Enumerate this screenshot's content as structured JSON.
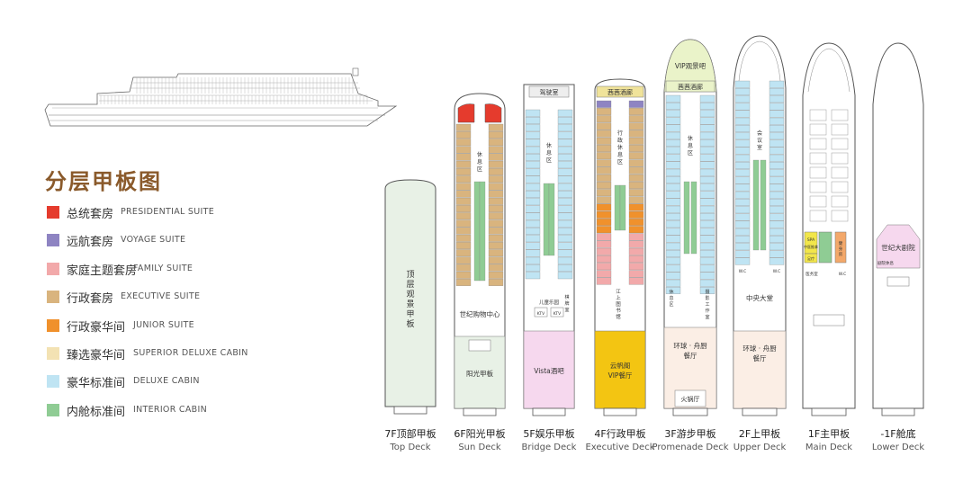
{
  "page": {
    "title": "分层甲板图"
  },
  "legend": [
    {
      "zh": "总统套房",
      "en": "PRESIDENTIAL SUITE",
      "color": "#e53b2d"
    },
    {
      "zh": "远航套房",
      "en": "VOYAGE SUITE",
      "color": "#8e84c2"
    },
    {
      "zh": "家庭主题套房",
      "en": "FAMILY SUITE",
      "color": "#f2a9aa"
    },
    {
      "zh": "行政套房",
      "en": "EXECUTIVE SUITE",
      "color": "#d9b47e"
    },
    {
      "zh": "行政豪华间",
      "en": "JUNIOR SUITE",
      "color": "#f0912c"
    },
    {
      "zh": "臻选豪华间",
      "en": "SUPERIOR DELUXE CABIN",
      "color": "#f3e2b3"
    },
    {
      "zh": "豪华标准间",
      "en": "DELUXE CABIN",
      "color": "#bfe4f3"
    },
    {
      "zh": "内舱标准间",
      "en": "INTERIOR CABIN",
      "color": "#8fcc94"
    }
  ],
  "decks": [
    {
      "zh": "7F顶部甲板",
      "en": "Top Deck",
      "areas": [
        "顶层观景甲板"
      ]
    },
    {
      "zh": "6F阳光甲板",
      "en": "Sun Deck",
      "areas": [
        "世纪购物中心",
        "阳光甲板",
        "休息区"
      ]
    },
    {
      "zh": "5F娱乐甲板",
      "en": "Bridge Deck",
      "areas": [
        "驾驶室",
        "Vista酒吧",
        "休息区",
        "儿童乐园",
        "KTV",
        "KTV",
        "棋牌室"
      ]
    },
    {
      "zh": "4F行政甲板",
      "en": "Executive Deck",
      "areas": [
        "茜茜酒廊",
        "云帆阁",
        "VIP餐厅",
        "行政休息区",
        "江上图书馆"
      ]
    },
    {
      "zh": "3F游步甲板",
      "en": "Promenade Deck",
      "areas": [
        "VIP观景吧",
        "茜茜酒廊",
        "环球·舟厨",
        "餐厅",
        "火锅厅",
        "休息区",
        "休息区",
        "摄影工作室"
      ]
    },
    {
      "zh": "2F上甲板",
      "en": "Upper Deck",
      "areas": [
        "中央大堂",
        "环球·舟厨",
        "餐厅",
        "会议室",
        "W.C"
      ]
    },
    {
      "zh": "1F主甲板",
      "en": "Main Deck",
      "areas": [
        "SPA",
        "中医推拿",
        "足疗",
        "医务室",
        "健身房",
        "W.C"
      ]
    },
    {
      "zh": "-1F舱底",
      "en": "Lower Deck",
      "areas": [
        "世纪大剧院",
        "剧院休息"
      ]
    }
  ]
}
